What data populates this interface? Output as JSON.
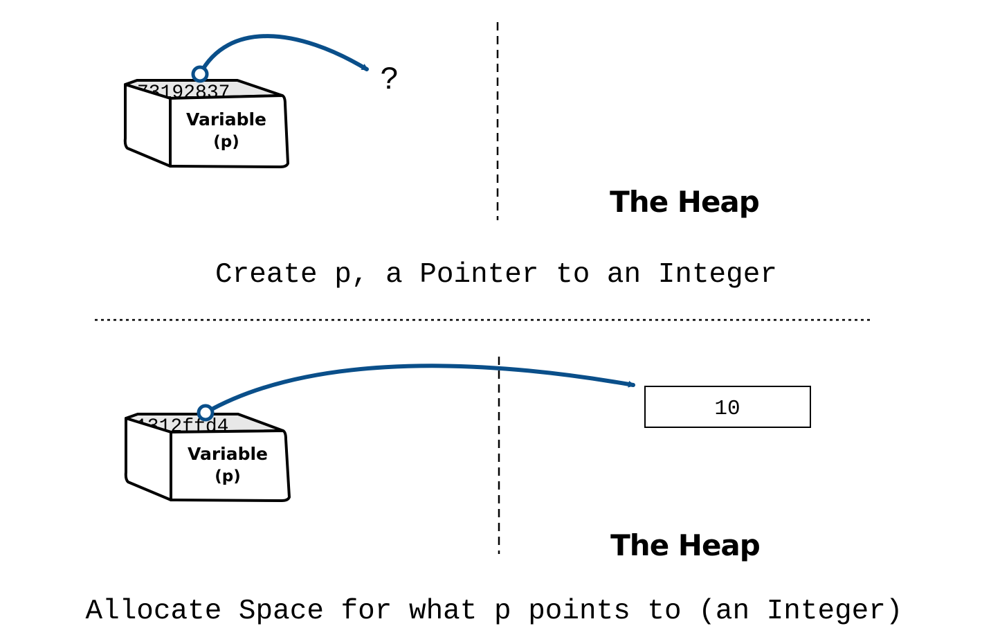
{
  "colors": {
    "arrow": "#0a4f8a",
    "ink": "#000000",
    "box_top": "#e8e8e8"
  },
  "panel_top": {
    "box_label": "Variable",
    "box_sublabel": "(p)",
    "address": "73192837",
    "target_text": "?",
    "heap_label": "The Heap",
    "caption": "Create p, a Pointer to an Integer"
  },
  "panel_bottom": {
    "box_label": "Variable",
    "box_sublabel": "(p)",
    "address": "1312ffd4",
    "heap_value": "10",
    "heap_label": "The Heap",
    "caption": "Allocate Space for what p points to (an Integer)"
  },
  "icons": [
    "variable-box-icon",
    "pointer-arrow-icon"
  ]
}
